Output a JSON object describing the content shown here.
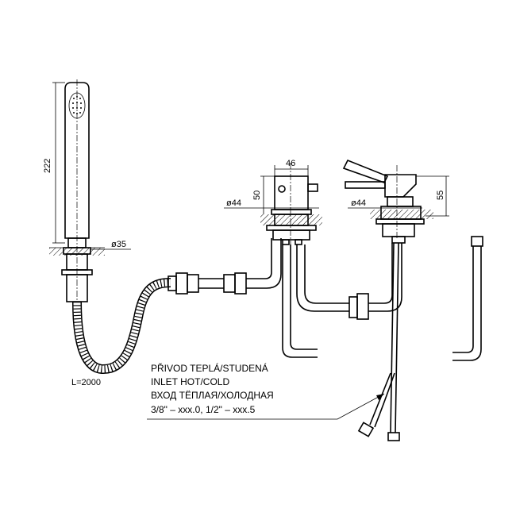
{
  "dimensions": {
    "handshower_height": "222",
    "handshower_base_diameter": "ø35",
    "hose_length": "L=2000",
    "mixer_width": "46",
    "mixer_height": "50",
    "mixer_base_diameter": "ø44",
    "diverter_base_diameter": "ø44",
    "diverter_height": "55"
  },
  "note": {
    "line1": "PŘIVOD TEPLÁ/STUDENÁ",
    "line2": "INLET HOT/COLD",
    "line3": "ВХОД ТЁПЛАЯ/ХОЛОДНАЯ",
    "line4": "3/8\" – xxx.0, 1/2\" – xxx.5"
  }
}
